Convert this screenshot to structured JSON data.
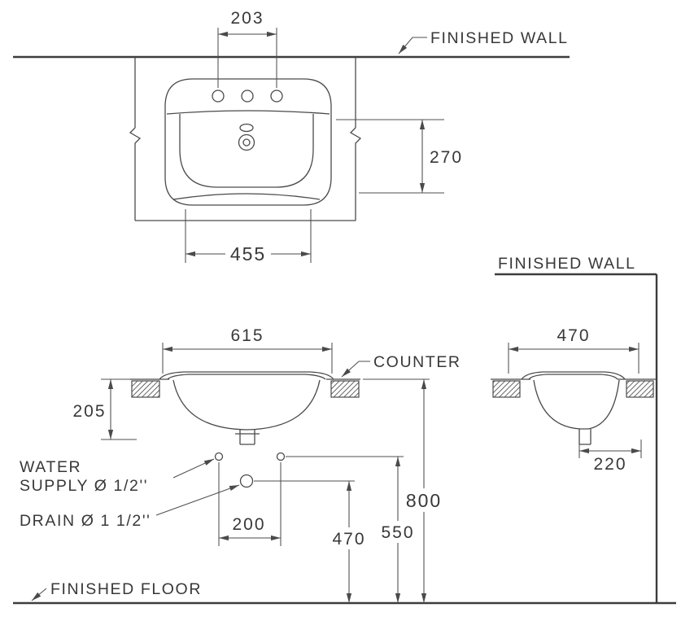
{
  "meta": {
    "drawing_type": "basin installation dimension drawing",
    "line_color": "#4a4a4a",
    "text_color": "#383838",
    "background_color": "#ffffff"
  },
  "top_view": {
    "dim_faucet_centers": "203",
    "wall_label": "FINISHED WALL",
    "dim_wall_to_front": "270",
    "dim_basin_width": "455"
  },
  "front_view": {
    "dim_rim_width": "615",
    "counter_label": "COUNTER",
    "dim_bowl_depth": "205",
    "water_supply_line1": "WATER",
    "water_supply_line2": "SUPPLY Ø 1/2''",
    "drain_label": "DRAIN Ø 1  1/2''",
    "dim_supply_spacing": "200",
    "dim_drain_height": "470",
    "dim_supply_height": "550",
    "dim_counter_height": "800",
    "floor_label": "FINISHED FLOOR"
  },
  "side_view": {
    "wall_label": "FINISHED WALL",
    "dim_depth": "470",
    "dim_drain_to_wall": "220"
  }
}
